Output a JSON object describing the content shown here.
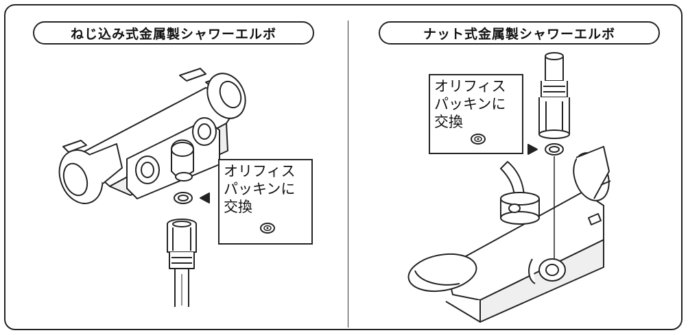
{
  "left_panel": {
    "title": "ねじ込み式金属製シャワーエルボ",
    "callout_lines": [
      "オリフィス",
      "パッキンに",
      "交換"
    ]
  },
  "right_panel": {
    "title": "ナット式金属製シャワーエルボ",
    "callout_lines": [
      "オリフィス",
      "パッキンに",
      "交換"
    ]
  },
  "icons": {
    "arrow": "triangle-arrow-icon",
    "packing": "orifice-packing-icon",
    "ring": "washer-ring-icon"
  },
  "colors": {
    "line": "#222222",
    "background": "#ffffff",
    "shade": "#d8d8d8"
  }
}
